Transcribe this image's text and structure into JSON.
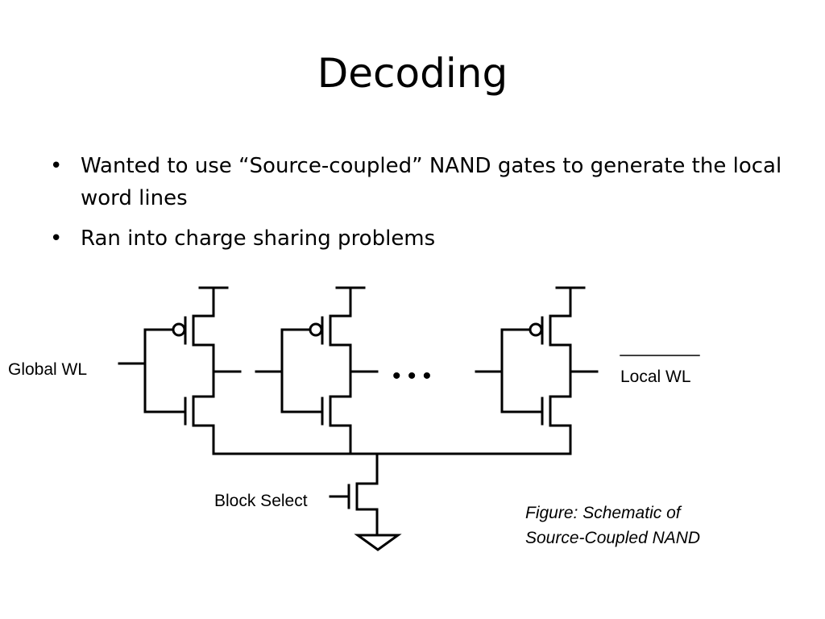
{
  "slide": {
    "title": "Decoding",
    "bullets": [
      "Wanted to use “Source-coupled” NAND gates to generate the local word lines",
      "Ran into charge sharing problems"
    ]
  },
  "diagram": {
    "labels": {
      "global_wl": "Global WL",
      "local_wl": "Local WL",
      "block_select": "Block Select",
      "ellipsis": "• • •"
    },
    "caption_lines": [
      "Figure: Schematic of",
      "Source-Coupled NAND"
    ]
  }
}
